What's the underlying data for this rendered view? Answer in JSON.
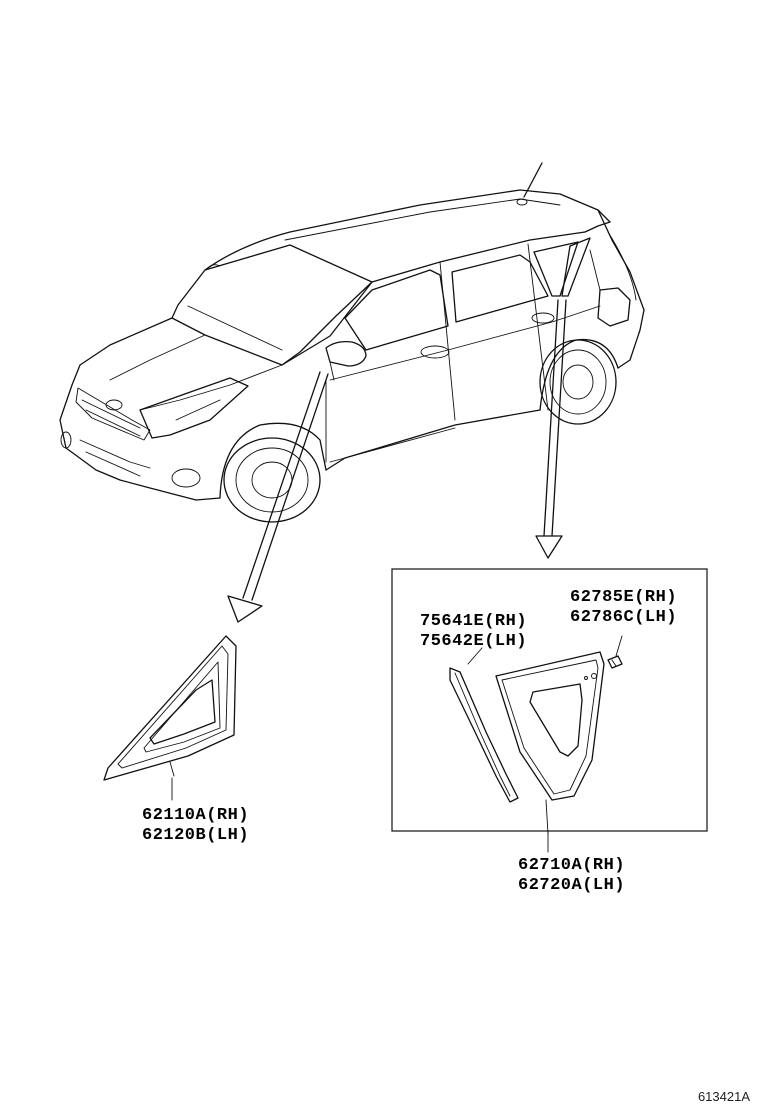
{
  "labels": {
    "front_glass_rh": "62110A(RH)",
    "front_glass_lh": "62120B(LH)",
    "moulding_rh": "75641E(RH)",
    "moulding_lh": "75642E(LH)",
    "clip_rh": "62785E(RH)",
    "clip_lh": "62786C(LH)",
    "rear_glass_rh": "62710A(RH)",
    "rear_glass_lh": "62720A(LH)"
  },
  "diagram_code": "613421A"
}
